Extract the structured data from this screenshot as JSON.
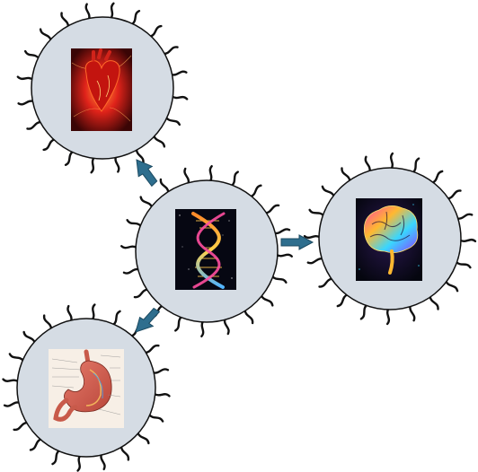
{
  "diagram": {
    "background": "#ffffff",
    "cell_fill": "#d5dce4",
    "cell_stroke": "#111111",
    "spike_color": "#111111",
    "arrow_color": "#2e6e8e",
    "arrow_stroke": "#1b4a61",
    "nodes": [
      {
        "id": "center",
        "icon": "dna-helix-icon",
        "role": "source"
      },
      {
        "id": "top-left",
        "icon": "heart-icon",
        "role": "target"
      },
      {
        "id": "right",
        "icon": "brain-icon",
        "role": "target"
      },
      {
        "id": "bottom-left",
        "icon": "stomach-icon",
        "role": "target"
      }
    ],
    "arrows": [
      {
        "from": "center",
        "to": "top-left"
      },
      {
        "from": "center",
        "to": "right"
      },
      {
        "from": "center",
        "to": "bottom-left"
      }
    ]
  }
}
